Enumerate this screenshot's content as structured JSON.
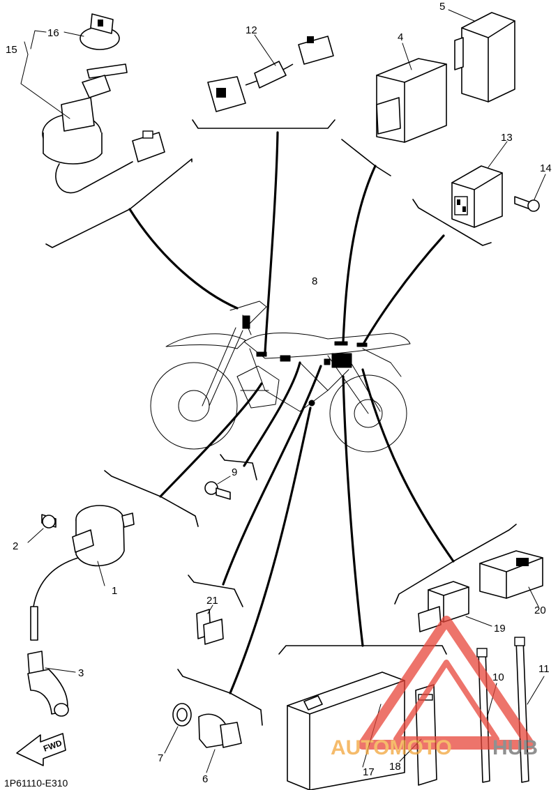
{
  "diagram": {
    "drawing_code": "1P61110-E310",
    "direction_label": "FWD",
    "callouts": [
      {
        "id": "c1",
        "label": "1"
      },
      {
        "id": "c2",
        "label": "2"
      },
      {
        "id": "c3",
        "label": "3"
      },
      {
        "id": "c4",
        "label": "4"
      },
      {
        "id": "c5",
        "label": "5"
      },
      {
        "id": "c6",
        "label": "6"
      },
      {
        "id": "c7",
        "label": "7"
      },
      {
        "id": "c8",
        "label": "8"
      },
      {
        "id": "c9",
        "label": "9"
      },
      {
        "id": "c10",
        "label": "10"
      },
      {
        "id": "c11",
        "label": "11"
      },
      {
        "id": "c12",
        "label": "12"
      },
      {
        "id": "c13",
        "label": "13"
      },
      {
        "id": "c14",
        "label": "14"
      },
      {
        "id": "c15",
        "label": "15"
      },
      {
        "id": "c16",
        "label": "16"
      },
      {
        "id": "c17",
        "label": "17"
      },
      {
        "id": "c18",
        "label": "18"
      },
      {
        "id": "c19",
        "label": "19"
      },
      {
        "id": "c20",
        "label": "20"
      },
      {
        "id": "c21",
        "label": "21"
      }
    ]
  },
  "watermark": {
    "brand_left": "AUTOMOTO",
    "brand_right": "HUB",
    "color_primary": "#e8463a",
    "color_secondary": "#f2a53a",
    "color_dark": "#6b6b6b"
  }
}
